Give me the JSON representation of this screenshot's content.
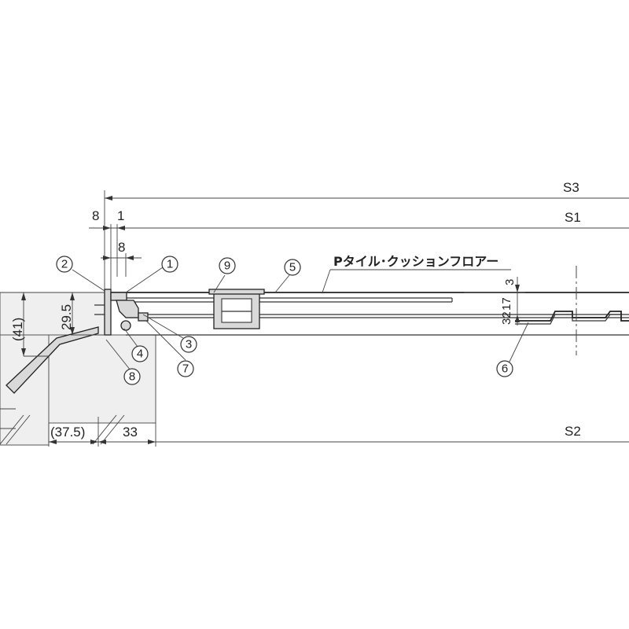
{
  "dimensions": {
    "s3": "S3",
    "s1": "S1",
    "s2": "S2",
    "top_8": "8",
    "top_1": "1",
    "mid_8": "8",
    "h_3": "3",
    "h_17": "17",
    "h_32": "32",
    "left_41": "(41)",
    "left_29_5": "29.5",
    "bottom_37_5": "(37.5)",
    "bottom_33": "33"
  },
  "callouts": {
    "c1": "1",
    "c2": "2",
    "c3": "3",
    "c4": "4",
    "c5": "5",
    "c6": "6",
    "c7": "7",
    "c8": "8",
    "c9": "9"
  },
  "notes": {
    "floor_material": "Pタイル･クッションフロアー"
  }
}
